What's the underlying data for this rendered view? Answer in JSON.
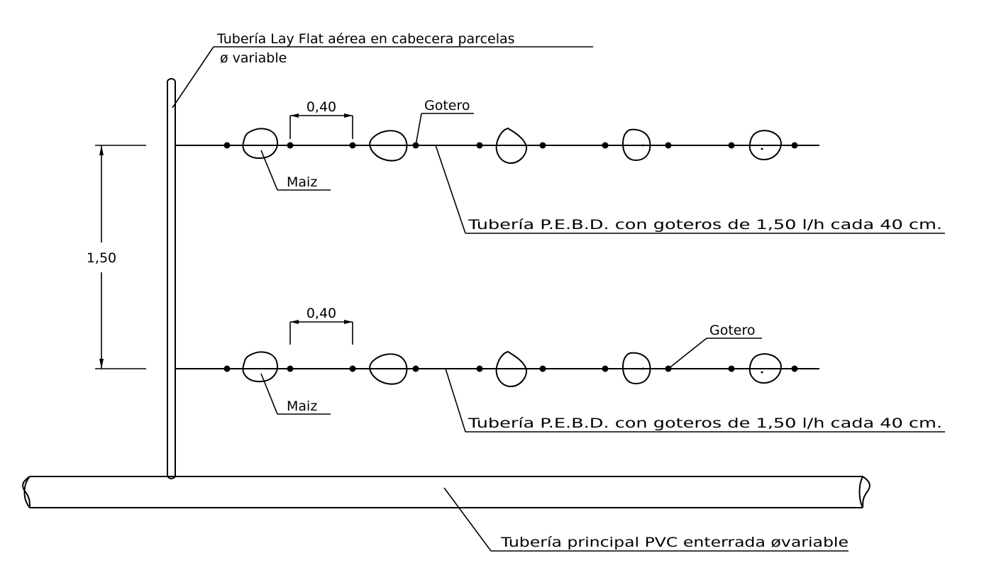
{
  "labels": {
    "layflat_line1": "Tubería Lay Flat aérea en cabecera parcelas",
    "layflat_line2": "ø variable",
    "spacing_top": "0,40",
    "spacing_bottom": "0,40",
    "row_distance": "1,50",
    "gotero_top": "Gotero",
    "gotero_bottom": "Gotero",
    "maiz_top": "Maiz",
    "maiz_bottom": "Maiz",
    "pebd_top": "Tubería P.E.B.D. con goteros de 1,50 l/h cada 40 cm.",
    "pebd_bottom": "Tubería P.E.B.D. con goteros de 1,50 l/h cada 40 cm.",
    "main_pipe": "Tubería principal PVC enterrada øvariable"
  },
  "colors": {
    "line": "#000000",
    "background": "#ffffff"
  }
}
